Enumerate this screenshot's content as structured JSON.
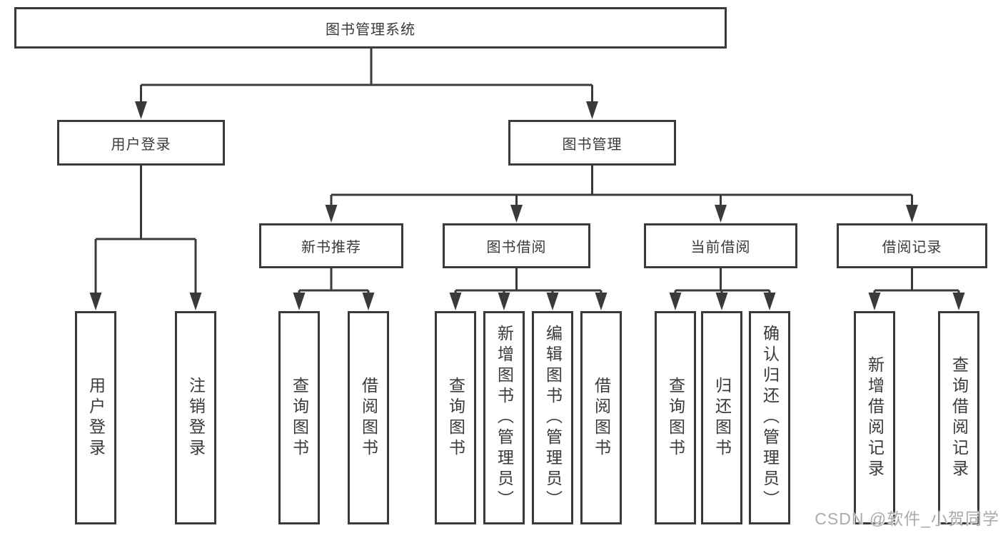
{
  "colors": {
    "line": "#3a3a3a",
    "text": "#3a3a3a",
    "watermark_text": "#ababab",
    "background": "#ffffff"
  },
  "title": {
    "label": "图书管理系统"
  },
  "branches": {
    "user": {
      "label": "用户登录",
      "children": [
        {
          "label": "用户登录"
        },
        {
          "label": "注销登录"
        }
      ]
    },
    "book": {
      "label": "图书管理",
      "sections": [
        {
          "label": "新书推荐",
          "children": [
            {
              "label": "查询图书"
            },
            {
              "label": "借阅图书"
            }
          ]
        },
        {
          "label": "图书借阅",
          "children": [
            {
              "label": "查询图书"
            },
            {
              "label": "新增图书（管理员）"
            },
            {
              "label": "编辑图书（管理员）"
            },
            {
              "label": "借阅图书"
            }
          ]
        },
        {
          "label": "当前借阅",
          "children": [
            {
              "label": "查询图书"
            },
            {
              "label": "归还图书"
            },
            {
              "label": "确认归还（管理员）"
            }
          ]
        },
        {
          "label": "借阅记录",
          "children": [
            {
              "label": "新增借阅记录"
            },
            {
              "label": "查询借阅记录"
            }
          ]
        }
      ]
    }
  },
  "watermark": {
    "text": "CSDN @软件_小贺同学"
  }
}
